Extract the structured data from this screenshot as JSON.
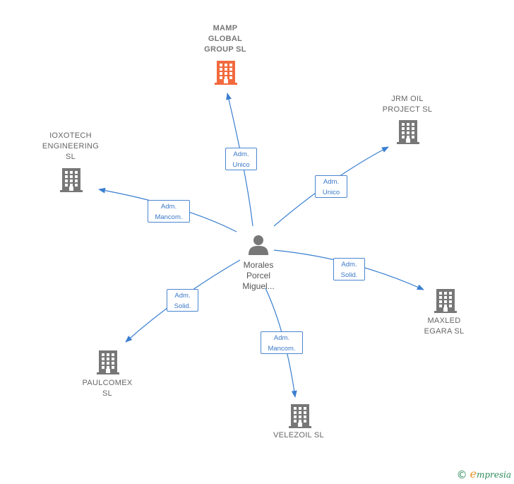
{
  "center": {
    "label_lines": [
      "Morales",
      "Porcel",
      "Miguel..."
    ]
  },
  "companies": [
    {
      "id": "mamp",
      "label_lines": [
        "MAMP",
        "GLOBAL",
        "GROUP  SL"
      ],
      "highlight": true
    },
    {
      "id": "jrm",
      "label_lines": [
        "JRM OIL",
        "PROJECT  SL"
      ],
      "highlight": false
    },
    {
      "id": "ioxotech",
      "label_lines": [
        "IOXOTECH",
        "ENGINEERING",
        "SL"
      ],
      "highlight": false
    },
    {
      "id": "maxled",
      "label_lines": [
        "MAXLED",
        "EGARA SL"
      ],
      "highlight": false
    },
    {
      "id": "paulcomex",
      "label_lines": [
        "PAULCOMEX",
        "SL"
      ],
      "highlight": false
    },
    {
      "id": "velezoil",
      "label_lines": [
        "VELEZOIL  SL"
      ],
      "highlight": false
    }
  ],
  "relations": [
    {
      "target": "mamp",
      "label_lines": [
        "Adm.",
        "Unico"
      ]
    },
    {
      "target": "jrm",
      "label_lines": [
        "Adm.",
        "Unico"
      ]
    },
    {
      "target": "ioxotech",
      "label_lines": [
        "Adm.",
        "Mancom."
      ]
    },
    {
      "target": "maxled",
      "label_lines": [
        "Adm.",
        "Solid."
      ]
    },
    {
      "target": "paulcomex",
      "label_lines": [
        "Adm.",
        "Solid."
      ]
    },
    {
      "target": "velezoil",
      "label_lines": [
        "Adm.",
        "Mancom."
      ]
    }
  ],
  "colors": {
    "edge": "#3a7fd0",
    "building": "#777777",
    "building_highlight": "#f26a3d",
    "person": "#777777"
  },
  "icons": {
    "company": "building-icon",
    "person": "person-icon"
  },
  "footer": {
    "copyright": "©",
    "brand_initial": "e",
    "brand_rest": "mpresia"
  }
}
